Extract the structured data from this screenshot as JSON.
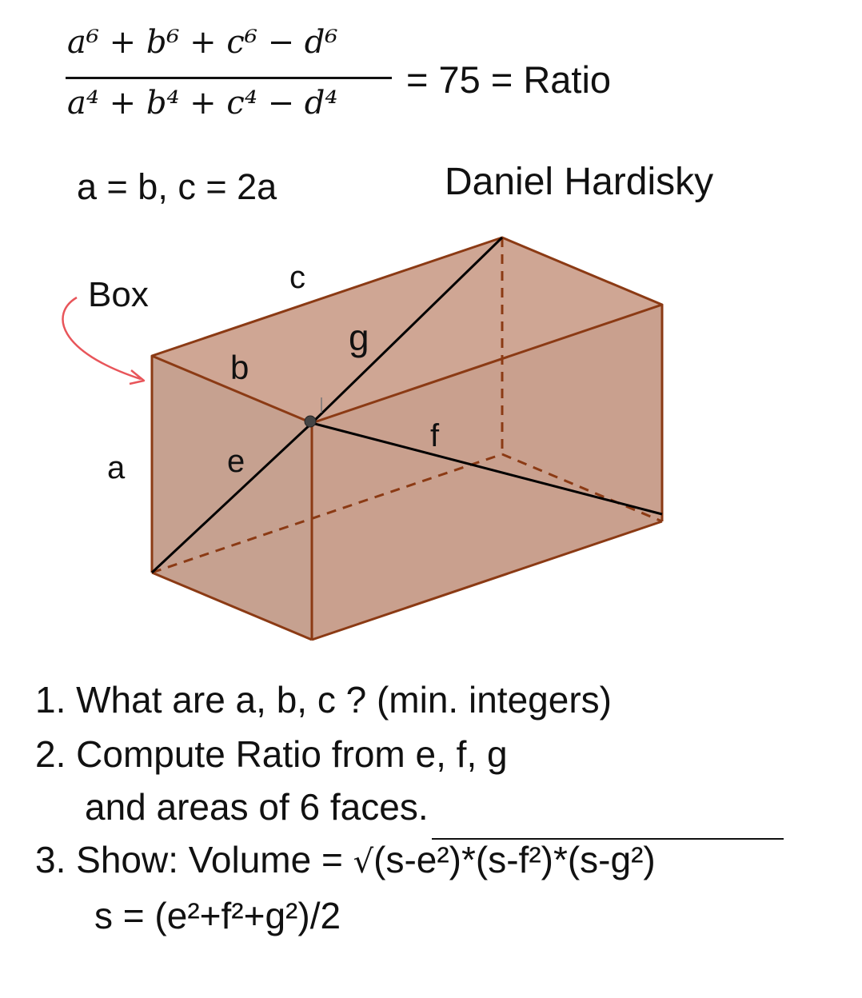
{
  "formula": {
    "numerator": "a⁶ + b⁶ + c⁶ − d⁶",
    "denominator": "a⁴ + b⁴ + c⁴ − d⁴",
    "result": "= 75 = Ratio"
  },
  "condition": "a = b, c = 2a",
  "author": "Daniel Hardisky",
  "diagram": {
    "box_label": "Box",
    "edge_labels": {
      "a": "a",
      "b": "b",
      "c": "c",
      "e": "e",
      "f": "f",
      "g": "g"
    },
    "colors": {
      "face_fill": "#c9a08e",
      "edge": "#8b3a14",
      "diagonal": "#000000",
      "arrow": "#e8555a"
    }
  },
  "questions": {
    "q1": "1. What are  a, b, c ? (min. integers)",
    "q2_line1": "2. Compute Ratio from e, f, g",
    "q2_line2": "and areas of 6 faces.",
    "q3_prefix": "3. Show: Volume = ",
    "q3_radicand": "(s-e²)*(s-f²)*(s-g²)",
    "q3_s": "s = (e²+f²+g²)/2"
  }
}
